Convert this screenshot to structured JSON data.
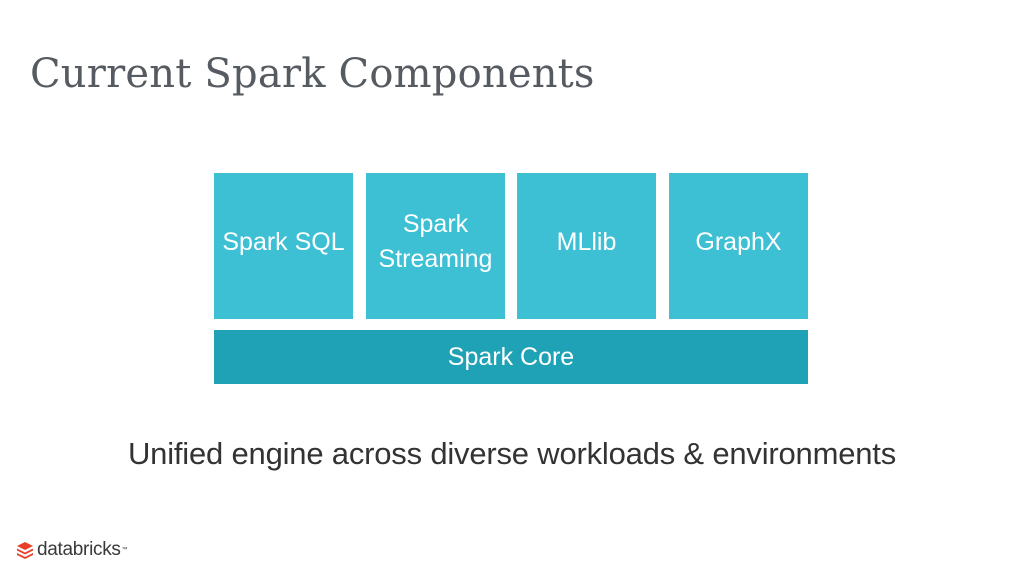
{
  "title": "Current Spark Components",
  "components": [
    {
      "label": "Spark SQL"
    },
    {
      "label": "Spark Streaming"
    },
    {
      "label": "MLlib"
    },
    {
      "label": "GraphX"
    }
  ],
  "core": {
    "label": "Spark Core"
  },
  "subtitle": "Unified engine across diverse workloads & environments",
  "logo": {
    "text": "databricks",
    "trademark": "™",
    "icon": "databricks-logo-icon"
  },
  "colors": {
    "library_block": "#3dbfd4",
    "core_block": "#1fa2b5",
    "logo_red": "#e83e2a",
    "title_text": "#555b60"
  }
}
